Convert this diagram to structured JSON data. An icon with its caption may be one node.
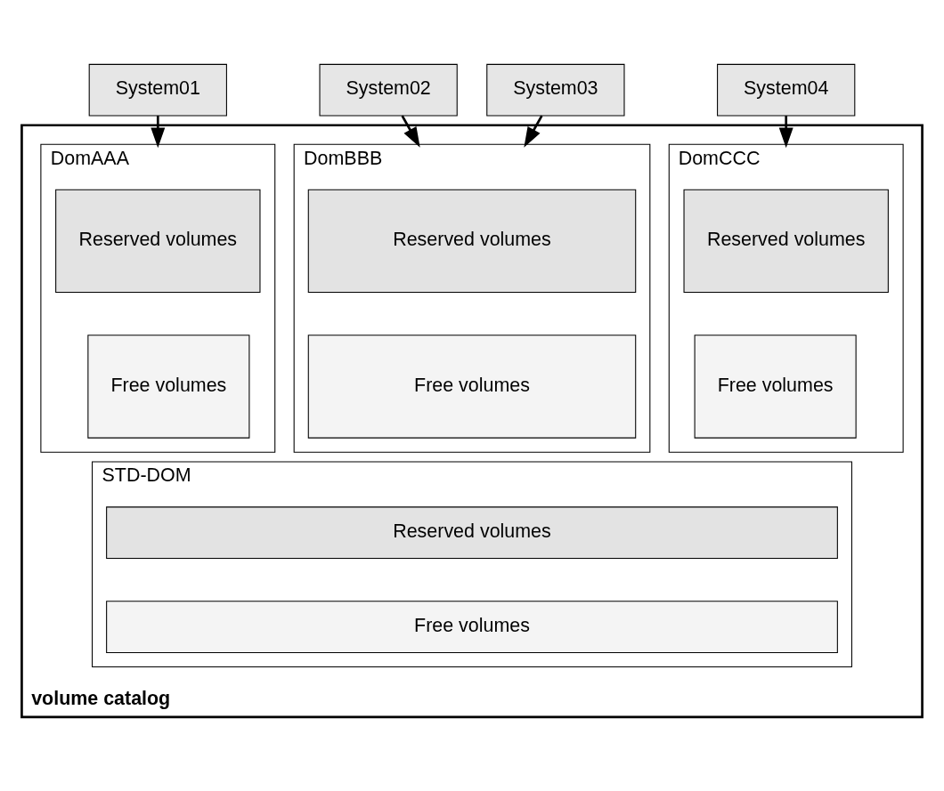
{
  "diagram": {
    "nodes": [
      {
        "text": [
          "System01"
        ]
      },
      {
        "text": [
          "System02"
        ]
      },
      {
        "text": [
          "System03"
        ]
      },
      {
        "text": [
          "System04"
        ]
      },
      {
        "text": [
          "volume catalog"
        ]
      },
      {
        "text": [
          "DomAAA"
        ],
        "in": 4
      },
      {
        "text": [
          "Reserved volumes"
        ],
        "in": 5
      },
      {
        "text": [
          "Free volumes"
        ],
        "in": 5
      },
      {
        "text": [
          "DomBBB"
        ],
        "in": 4
      },
      {
        "text": [
          "Reserved volumes"
        ],
        "in": 8
      },
      {
        "text": [
          "Free volumes"
        ],
        "in": 8
      },
      {
        "text": [
          "DomCCC"
        ],
        "in": 4
      },
      {
        "text": [
          "Reserved volumes"
        ],
        "in": 11
      },
      {
        "text": [
          "Free volumes"
        ],
        "in": 11
      },
      {
        "text": [
          "STD-DOM"
        ],
        "in": 4
      },
      {
        "text": [
          "Reserved volumes"
        ],
        "in": 14
      },
      {
        "text": [
          "Free volumes"
        ],
        "in": 14
      }
    ],
    "edges": [
      {
        "from": 0,
        "to": 5,
        "arrow": "to"
      },
      {
        "from": 1,
        "to": 8,
        "arrow": "to"
      },
      {
        "from": 2,
        "to": 8,
        "arrow": "to"
      },
      {
        "from": 3,
        "to": 11,
        "arrow": "to"
      }
    ]
  }
}
